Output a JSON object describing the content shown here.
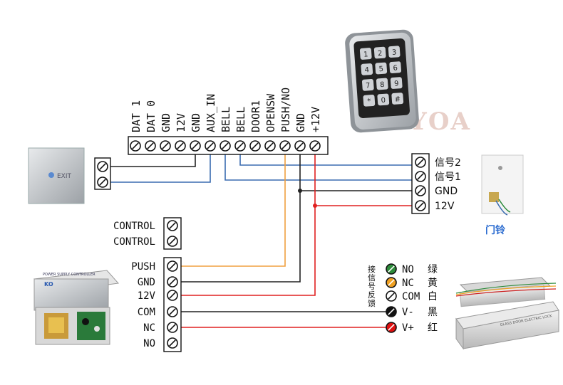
{
  "watermark": "SYOA",
  "controller_terminals": [
    "DAT 1",
    "DAT 0",
    "GND",
    "12V",
    "GND",
    "AUX_IN",
    "BELL",
    "BELL",
    "DOOR1",
    "OPENSW",
    "PUSH/NO",
    "GND",
    "+12V"
  ],
  "doorbell_terminals": [
    "信号2",
    "信号1",
    "GND",
    "12V"
  ],
  "doorbell_caption": "门铃",
  "psu_control_terminals": [
    "CONTROL",
    "CONTROL"
  ],
  "psu_terminals": [
    "PUSH",
    "GND",
    "12V",
    "COM",
    "NC",
    "NO"
  ],
  "psu_device_label": "POWER SUPPLY CONTROLLER",
  "psu_brand": "KO",
  "lock_feedback_label": [
    "接",
    "信",
    "号",
    "反",
    "馈"
  ],
  "lock_terminals": [
    {
      "code": "NO",
      "cn": "绿",
      "color": "#2e8b3a"
    },
    {
      "code": "NC",
      "cn": "黄",
      "color": "#f0a020"
    },
    {
      "code": "COM",
      "cn": "白",
      "color": "#ffffff"
    },
    {
      "code": "V-",
      "cn": "黑",
      "color": "#111111"
    },
    {
      "code": "V+",
      "cn": "红",
      "color": "#e01010"
    }
  ],
  "lock_device_label": "GLASS DOOR ELECTRIC LOCK",
  "exit_button_label": "EXIT",
  "keypad_keys": [
    "1",
    "2",
    "3",
    "4",
    "5",
    "6",
    "7",
    "8",
    "9",
    "*",
    "0",
    "#"
  ],
  "wire_colors": {
    "black": "#222222",
    "blue": "#3a6cb0",
    "orange": "#f0a040",
    "red": "#e02020"
  }
}
